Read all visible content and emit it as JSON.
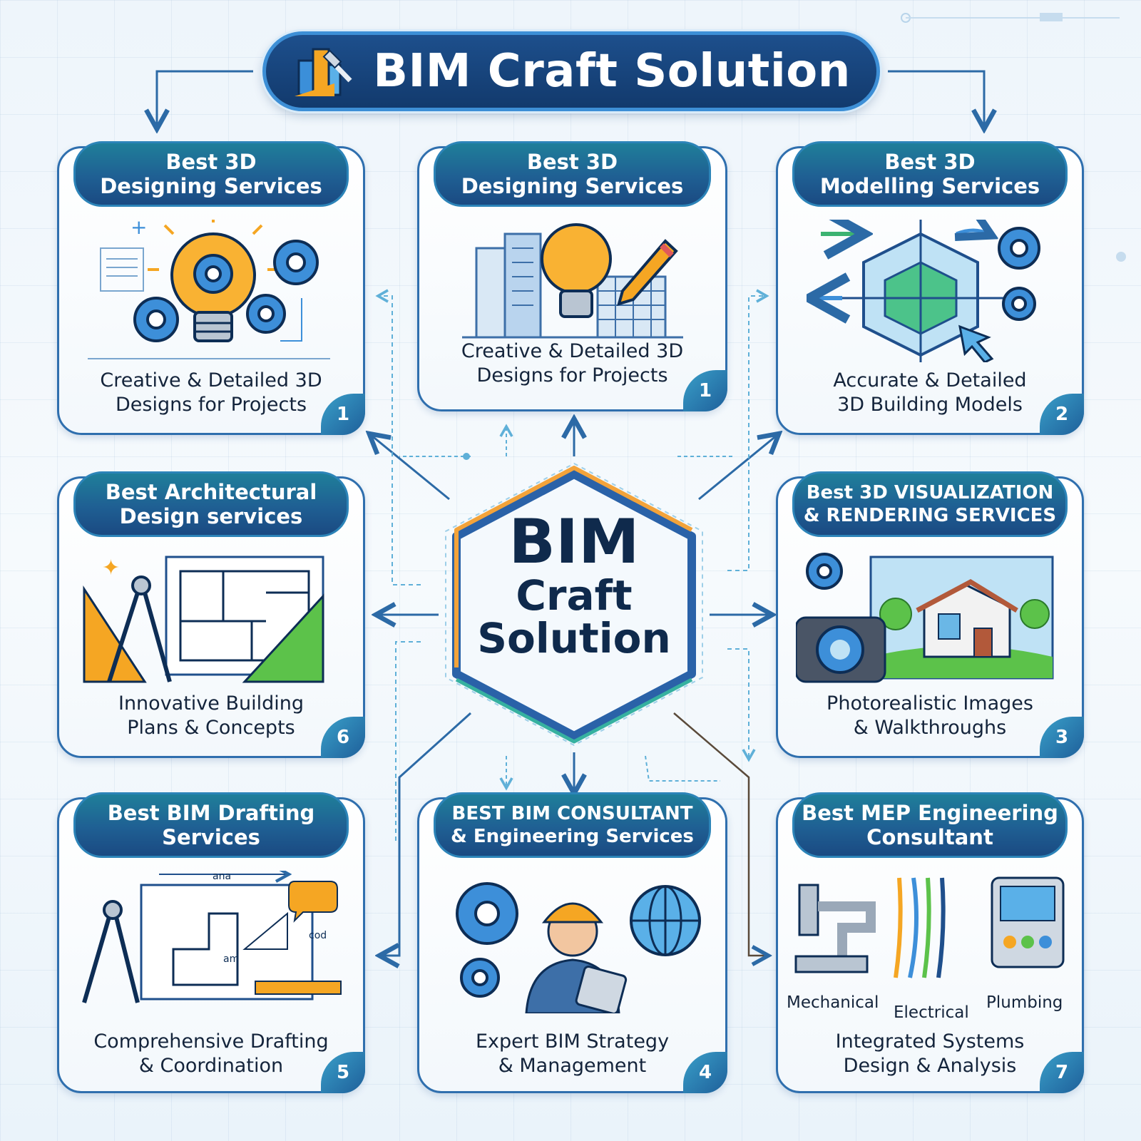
{
  "title": "BIM Craft Solution",
  "hub": {
    "line1": "BIM",
    "line2": "Craft",
    "line3": "Solution"
  },
  "cards": [
    {
      "id": "designing-left",
      "title": "Best 3D\nDesigning Services",
      "desc": "Creative & Detailed 3D\nDesigns for Projects",
      "num": "1"
    },
    {
      "id": "designing-center",
      "title": "Best 3D\nDesigning Services",
      "desc": "Creative & Detailed 3D\nDesigns for Projects",
      "num": "1"
    },
    {
      "id": "modelling",
      "title": "Best 3D\nModelling Services",
      "desc": "Accurate & Detailed\n3D Building Models",
      "num": "2"
    },
    {
      "id": "architectural",
      "title": "Best Architectural\nDesign services",
      "desc": "Innovative Building\nPlans & Concepts",
      "num": "6"
    },
    {
      "id": "visualization",
      "title": "Best 3D VISUALIZATION\n& RENDERING SERVICES",
      "desc": "Photorealistic Images\n& Walkthroughs",
      "num": "3"
    },
    {
      "id": "drafting",
      "title": "Best BIM Drafting\nServices",
      "desc": "Comprehensive Drafting\n& Coordination",
      "num": "5"
    },
    {
      "id": "consultant",
      "title": "BEST BIM CONSULTANT\n& Engineering Services",
      "desc": "Expert BIM Strategy\n& Management",
      "num": "4"
    },
    {
      "id": "mep",
      "title": "Best MEP Engineering\nConsultant",
      "desc": "Integrated Systems\nDesign & Analysis",
      "num": "7"
    }
  ],
  "mep_labels": {
    "mechanical": "Mechanical",
    "electrical": "Electrical",
    "plumbing": "Plumbing"
  },
  "drafting_labels": {
    "top": "ana",
    "right": "cod",
    "mid": "am"
  },
  "colors": {
    "navy": "#123a6d",
    "teal": "#1f7f9a",
    "border": "#2f6fae",
    "orange": "#f5a623",
    "green": "#3cb371",
    "text": "#14243b"
  },
  "icons": [
    "buildings-hammer-icon",
    "lightbulb-icon",
    "gear-icon",
    "pencil-icon",
    "cube-model-icon",
    "cursor-icon",
    "compass-icon",
    "triangle-ruler-icon",
    "blueprint-icon",
    "camera-icon",
    "house-icon",
    "engineer-icon",
    "globe-icon",
    "pipe-icon",
    "cables-icon",
    "control-panel-icon",
    "speech-bubble-icon"
  ]
}
